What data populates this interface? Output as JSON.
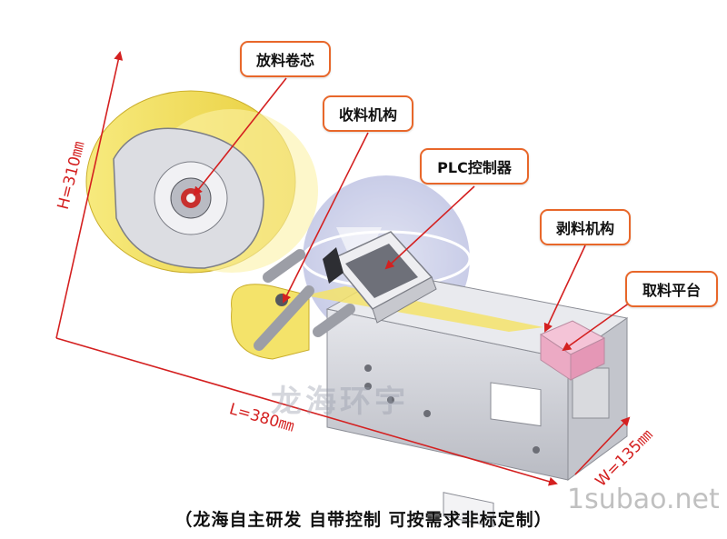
{
  "callouts": {
    "unwind_core": "放料卷芯",
    "rewind_mechanism": "收料机构",
    "plc_controller": "PLC控制器",
    "peeling_mechanism": "剥料机构",
    "pickup_platform": "取料平台"
  },
  "dimensions": {
    "height": "H=310㎜",
    "length": "L=380㎜",
    "width": "W=135㎜"
  },
  "watermark": "龙海环宇",
  "site": "1subao.net",
  "caption": "（龙海自主研发 自带控制 可按需求非标定制）",
  "colors": {
    "callout_border": "#e8672a",
    "dimension_line": "#d42020",
    "label_tape": "#f4e36a",
    "pickup_platform": "#f1b8cf",
    "machine_body": "#d7d8dd",
    "leader_line": "#d42020"
  }
}
